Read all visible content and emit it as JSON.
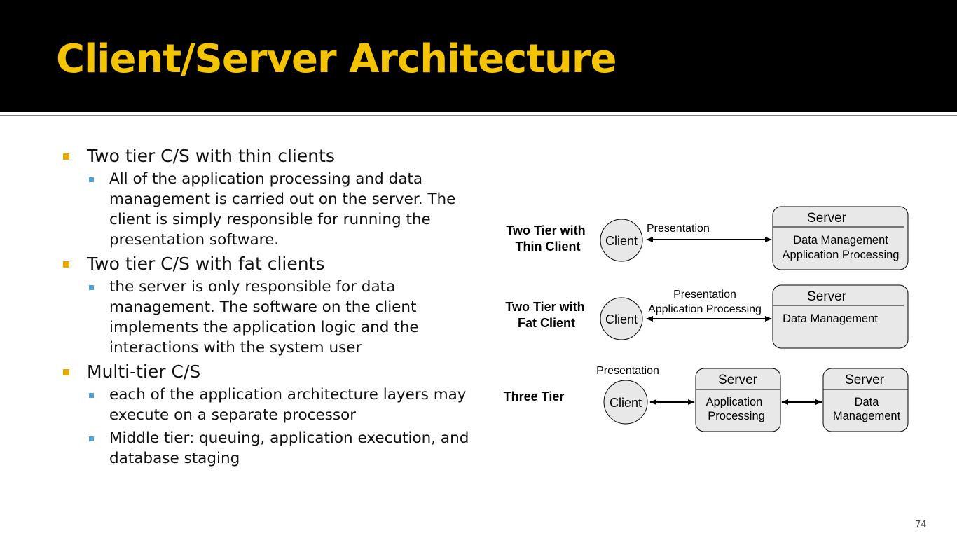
{
  "slide": {
    "title": "Client/Server Architecture",
    "page_number": "74"
  },
  "bullets": [
    {
      "text": "Two tier C/S with thin clients",
      "sub": [
        "All of the application processing and data management is carried out on the server. The client is simply responsible for running the presentation software."
      ]
    },
    {
      "text": "Two tier C/S with fat clients",
      "sub": [
        "the server is only responsible for data management. The software on the client implements the application logic and the interactions with the system user"
      ]
    },
    {
      "text": "Multi-tier C/S",
      "sub": [
        "each of the application architecture layers may execute on a separate processor",
        "Middle tier: queuing, application execution, and database staging"
      ]
    }
  ],
  "diagram": {
    "thin": {
      "label_line1": "Two Tier with",
      "label_line2": "Thin Client",
      "client": "Client",
      "arrow_label": "Presentation",
      "server_title": "Server",
      "server_line1": "Data Management",
      "server_line2": "Application Processing"
    },
    "fat": {
      "label_line1": "Two Tier with",
      "label_line2": "Fat Client",
      "client": "Client",
      "arrow_label1": "Presentation",
      "arrow_label2": "Application Processing",
      "server_title": "Server",
      "server_line1": "Data Management"
    },
    "three": {
      "label": "Three Tier",
      "client": "Client",
      "client_label": "Presentation",
      "app_server_title": "Server",
      "app_server_line1": "Application",
      "app_server_line2": "Processing",
      "data_server_title": "Server",
      "data_server_line1": "Data",
      "data_server_line2": "Management"
    }
  },
  "colors": {
    "header_bg": "#000000",
    "title": "#f5c400",
    "bullet_l1": "#e8a900",
    "bullet_l2": "#4aa3d6",
    "box_fill": "#e8e8e8"
  }
}
